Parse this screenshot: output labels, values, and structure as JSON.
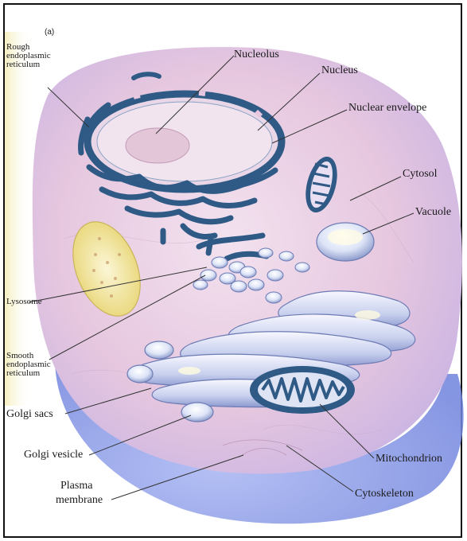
{
  "panel_label": "(a)",
  "labels": {
    "rough_er": "Rough\nendoplasmic\nreticulum",
    "nucleolus": "Nucleolus",
    "nucleus": "Nucleus",
    "nuclear_envelope": "Nuclear envelope",
    "cytosol": "Cytosol",
    "vacuole": "Vacuole",
    "lysosome": "Lysosome",
    "smooth_er": "Smooth\nendoplasmic\nreticulum",
    "golgi_sacs": "Golgi sacs",
    "golgi_vesicle": "Golgi vesicle",
    "plasma_membrane_1": "Plasma",
    "plasma_membrane_2": "membrane",
    "mitochondrion": "Mitochondrion",
    "cytoskeleton": "Cytoskeleton"
  },
  "colors": {
    "membrane_blue": "#2f5a86",
    "cytoplasm_pink": "#e7c9e0",
    "shadow_blue": "#8d9ee8",
    "frame": "#111111",
    "leader_line": "#333333"
  }
}
